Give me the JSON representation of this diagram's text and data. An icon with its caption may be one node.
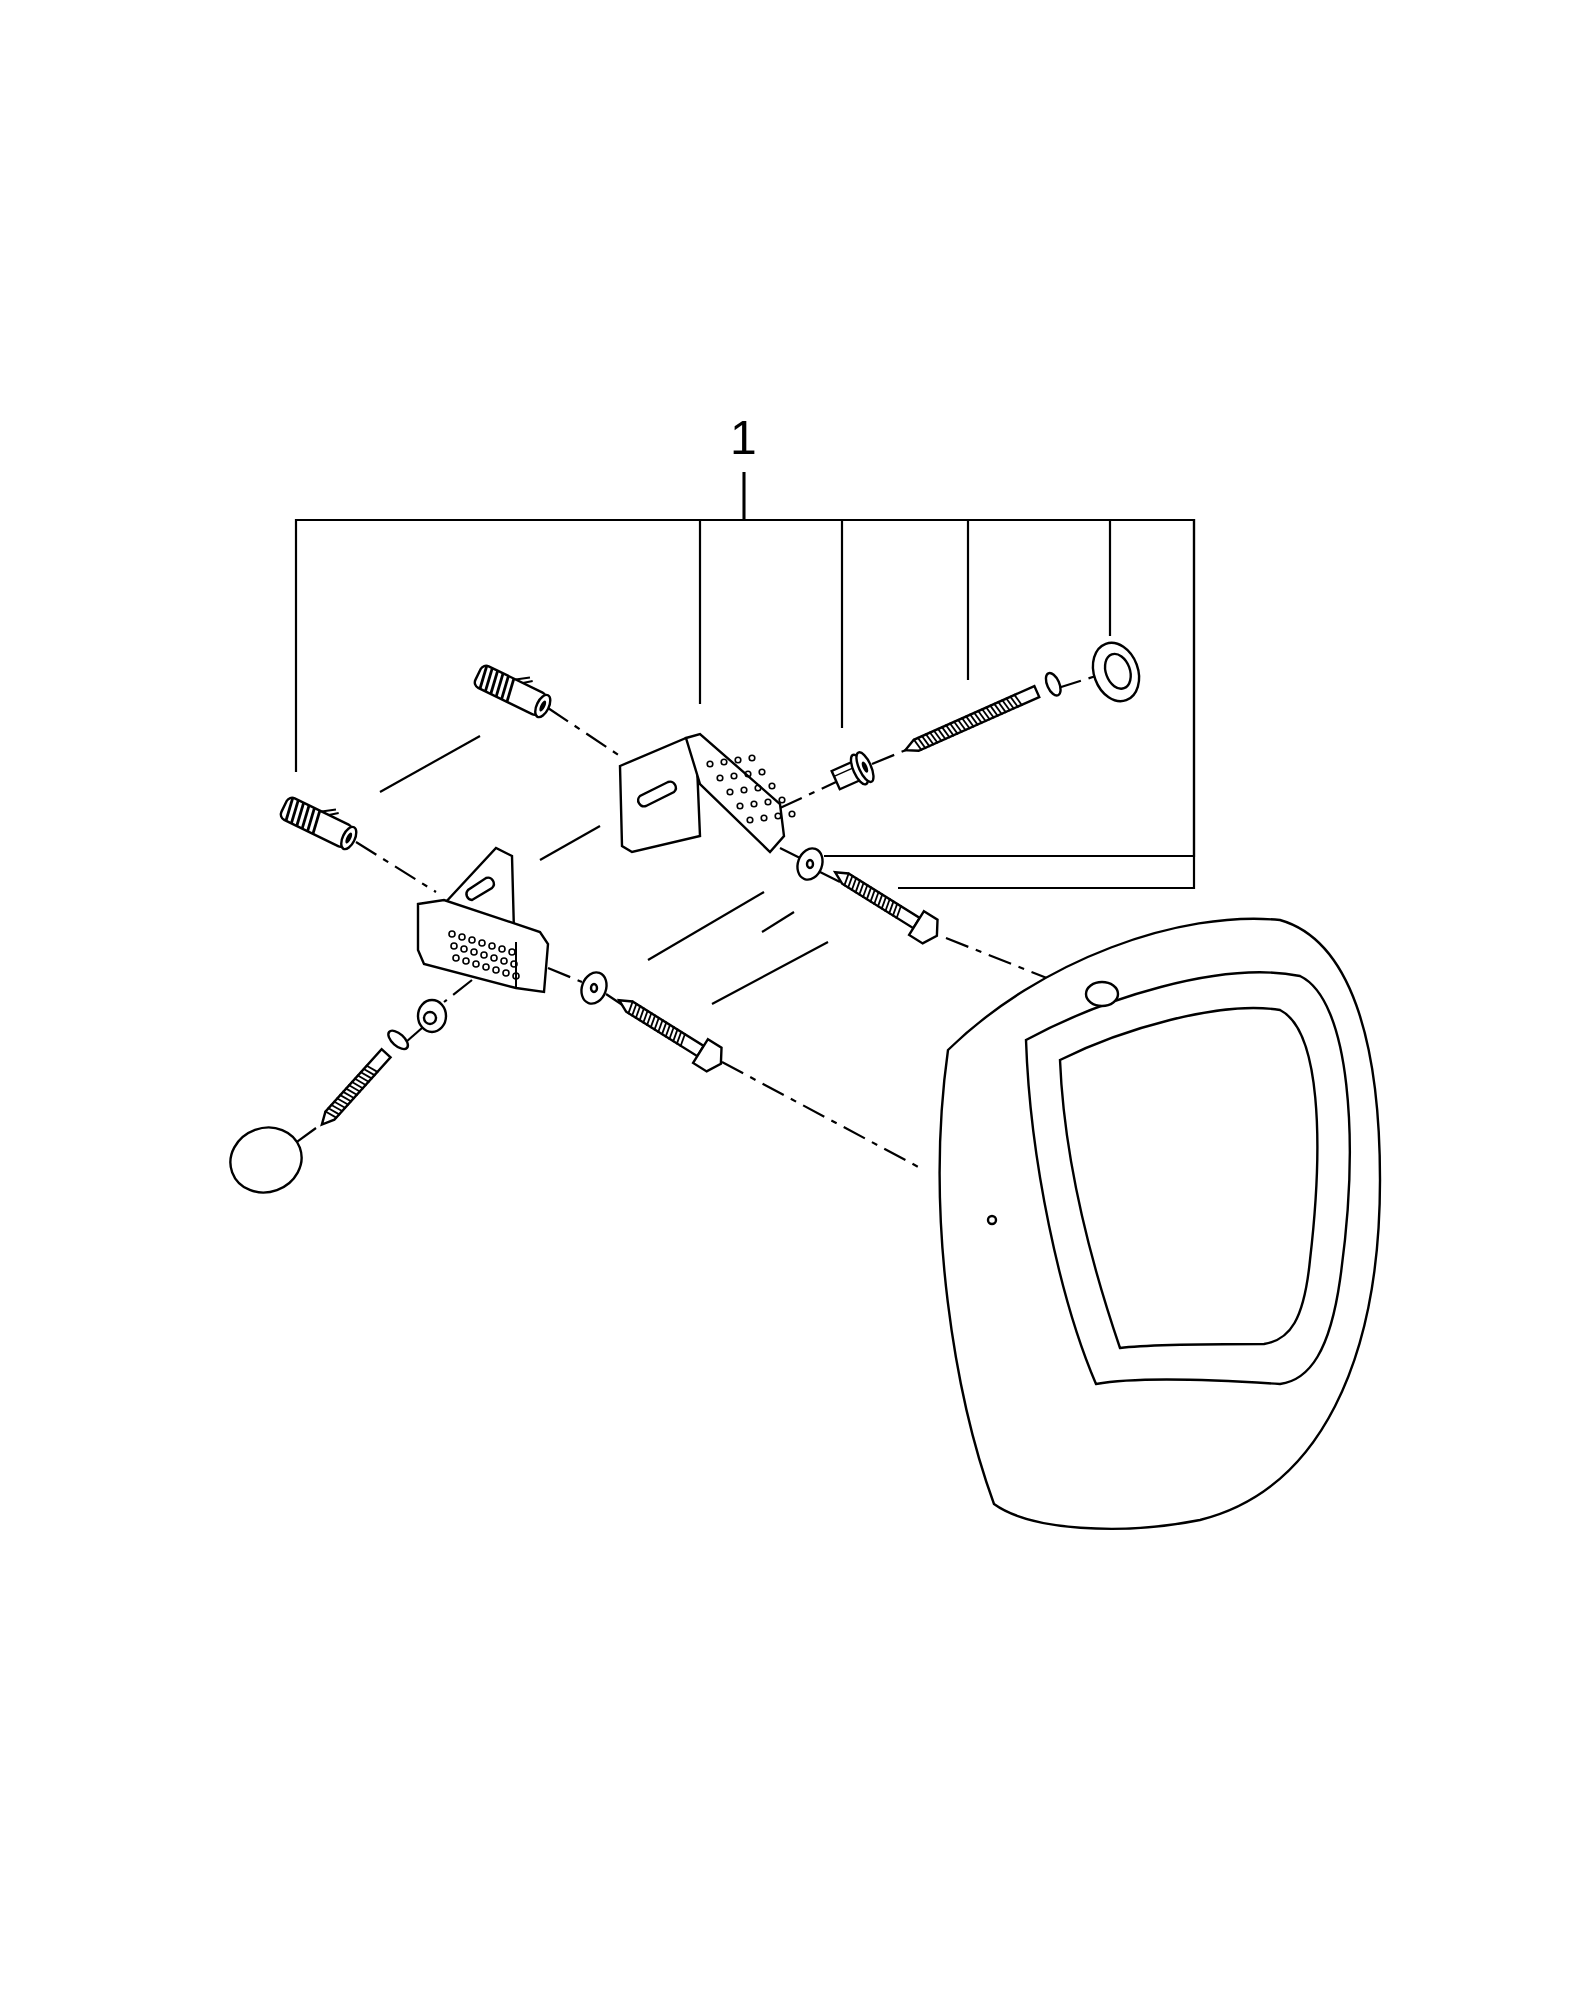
{
  "diagram": {
    "nodes": [
      {
        "text": [
          "1"
        ]
      },
      {
        "text": [],
        "shape": "picture"
      },
      {
        "text": [],
        "shape": "picture"
      },
      {
        "text": [],
        "shape": "picture"
      },
      {
        "text": [],
        "shape": "picture"
      },
      {
        "text": [],
        "shape": "picture"
      },
      {
        "text": [],
        "shape": "picture"
      },
      {
        "text": [],
        "shape": "picture"
      },
      {
        "text": [],
        "shape": "picture"
      },
      {
        "text": [],
        "shape": "picture"
      },
      {
        "text": [],
        "shape": "picture"
      },
      {
        "text": [],
        "shape": "picture"
      },
      {
        "text": [],
        "shape": "circle"
      },
      {
        "text": [],
        "shape": "picture"
      },
      {
        "text": [],
        "shape": "picture"
      },
      {
        "text": [],
        "shape": "picture"
      }
    ],
    "edges": [
      {
        "from": 0,
        "to": 1,
        "arrow": "none"
      },
      {
        "from": 0,
        "to": 2,
        "arrow": "none"
      },
      {
        "from": 0,
        "to": 3,
        "arrow": "none"
      },
      {
        "from": 0,
        "to": 4,
        "arrow": "none"
      },
      {
        "from": 0,
        "to": 5,
        "arrow": "none"
      },
      {
        "from": 0,
        "to": 6,
        "arrow": "none"
      },
      {
        "from": 0,
        "to": 7,
        "arrow": "none"
      },
      {
        "from": 8,
        "to": 2,
        "arrow": "none",
        "style": "dashed"
      },
      {
        "from": 1,
        "to": 9,
        "arrow": "none",
        "style": "dashed"
      },
      {
        "from": 2,
        "to": 3,
        "arrow": "none",
        "style": "dashed"
      },
      {
        "from": 3,
        "to": 4,
        "arrow": "none",
        "style": "dashed"
      },
      {
        "from": 4,
        "to": 5,
        "arrow": "none",
        "style": "dashed"
      },
      {
        "from": 2,
        "to": 6,
        "arrow": "none",
        "style": "dashed"
      },
      {
        "from": 6,
        "to": 7,
        "arrow": "none",
        "style": "dashed"
      },
      {
        "from": 7,
        "to": 15,
        "arrow": "none",
        "style": "dashed"
      },
      {
        "from": 9,
        "to": 13,
        "arrow": "none",
        "style": "dashed"
      },
      {
        "from": 13,
        "to": 14,
        "arrow": "none",
        "style": "dashed"
      },
      {
        "from": 14,
        "to": 15,
        "arrow": "none",
        "style": "dashed"
      },
      {
        "from": 9,
        "to": 10,
        "arrow": "none",
        "style": "dashed"
      },
      {
        "from": 10,
        "to": 11,
        "arrow": "none",
        "style": "dashed"
      },
      {
        "from": 11,
        "to": 12,
        "arrow": "none",
        "style": "dashed"
      }
    ]
  }
}
